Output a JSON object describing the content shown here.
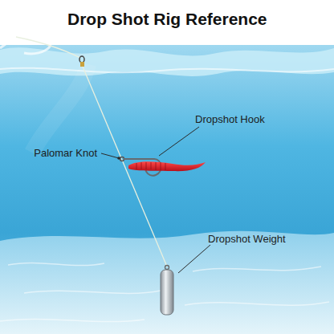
{
  "diagram": {
    "title": "Drop Shot Rig Reference",
    "labels": [
      "Dropshot Hook",
      "Palomar Knot",
      "Dropshot Weight"
    ]
  }
}
